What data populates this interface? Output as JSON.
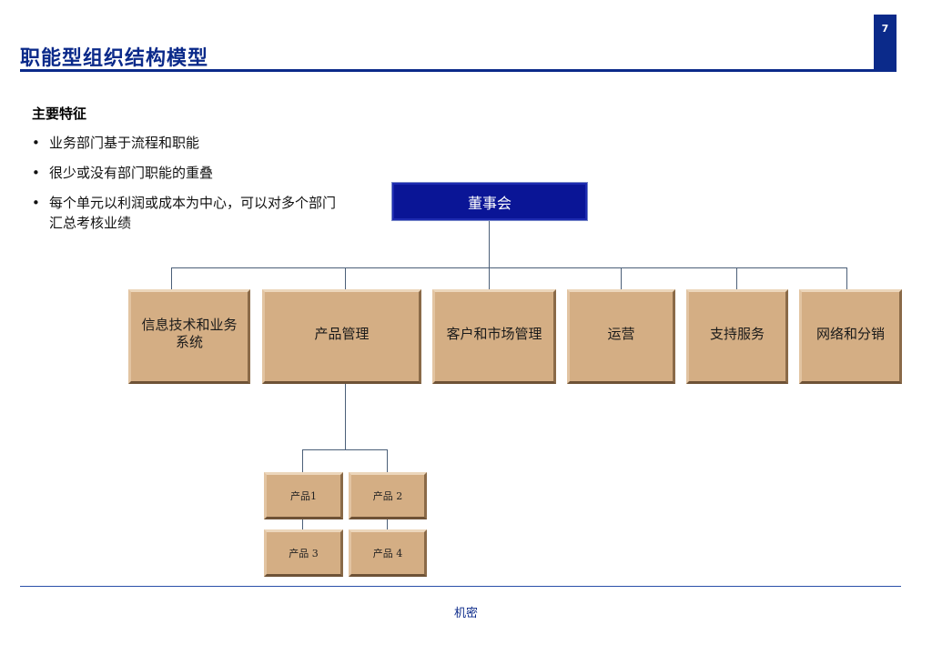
{
  "header": {
    "title": "职能型组织结构模型",
    "page_number": "7"
  },
  "features": {
    "heading": "主要特征",
    "bullets": [
      "业务部门基于流程和职能",
      "很少或没有部门职能的重叠",
      "每个单元以利润或成本为中心，可以对多个部门汇总考核业绩"
    ]
  },
  "org_chart": {
    "root": "董事会",
    "departments": [
      "信息技术和业务系统",
      "产品管理",
      "客户和市场管理",
      "运营",
      "支持服务",
      "网络和分销"
    ],
    "products": [
      "产品1",
      "产品 2",
      "产品 3",
      "产品 4"
    ]
  },
  "footer": {
    "label": "机密"
  },
  "colors": {
    "brand": "#0b2a8a",
    "board_box": "#0a1596",
    "dept_box": "#d4ae84",
    "connector": "#4b5f78"
  }
}
